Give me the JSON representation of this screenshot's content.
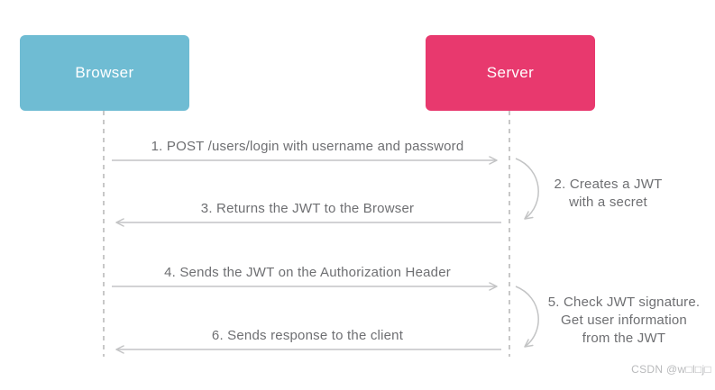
{
  "diagram": {
    "type": "sequence-diagram",
    "topic": "JWT authentication flow"
  },
  "actors": [
    {
      "label": "Browser",
      "color": "#6fbcd3"
    },
    {
      "label": "Server",
      "color": "#e8396e"
    }
  ],
  "messages": [
    {
      "label": "1. POST /users/login with username and password",
      "from": "Browser",
      "to": "Server",
      "direction": "right"
    },
    {
      "label": "3. Returns the JWT to the Browser",
      "from": "Server",
      "to": "Browser",
      "direction": "left"
    },
    {
      "label": "4. Sends the JWT on the Authorization Header",
      "from": "Browser",
      "to": "Server",
      "direction": "right"
    },
    {
      "label": "6. Sends response to the client",
      "from": "Server",
      "to": "Browser",
      "direction": "left"
    }
  ],
  "self_notes": [
    {
      "actor": "Server",
      "lines": [
        "2. Creates a JWT",
        "with a secret"
      ]
    },
    {
      "actor": "Server",
      "lines": [
        "5. Check JWT signature.",
        "Get user information",
        "from the JWT"
      ]
    }
  ],
  "watermark": "CSDN @w□l□j□",
  "colors": {
    "browser_box": "#6fbcd3",
    "server_box": "#e8396e",
    "label_text": "#6e6f72",
    "arrow_line": "#c3c4c5",
    "lifeline": "#c8c8c8",
    "watermark_text": "#b9babc",
    "background": "#ffffff"
  }
}
